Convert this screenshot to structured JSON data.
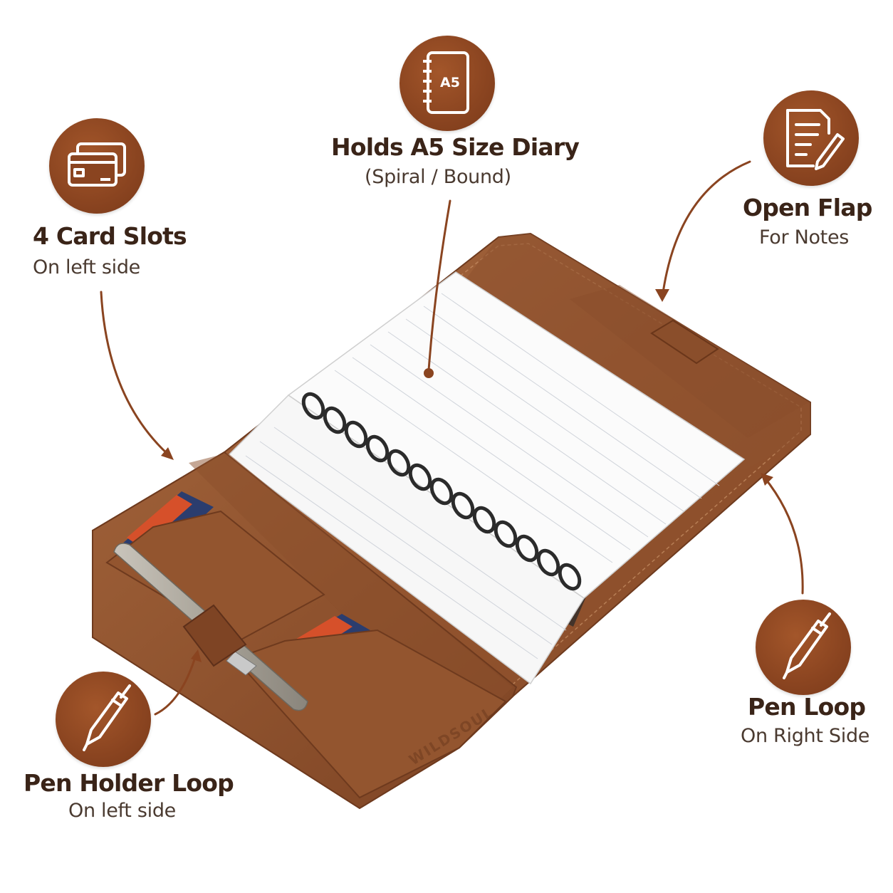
{
  "colors": {
    "accent": "#8a4420",
    "title_text": "#3a2418",
    "leather": "#9a5a34"
  },
  "features": {
    "card_slots": {
      "icon": "credit-card-icon",
      "title": "4 Card Slots",
      "subtitle": "On left side"
    },
    "diary_size": {
      "icon": "a5-notebook-icon",
      "icon_label": "A5",
      "title": "Holds A5 Size Diary",
      "subtitle": "(Spiral / Bound)"
    },
    "open_flap": {
      "icon": "notes-pencil-icon",
      "title": "Open Flap",
      "subtitle": "For Notes"
    },
    "pen_loop": {
      "icon": "pen-icon",
      "title": "Pen Loop",
      "subtitle": "On Right Side"
    },
    "pen_holder": {
      "icon": "pen-icon",
      "title": "Pen Holder Loop",
      "subtitle": "On left side"
    }
  },
  "product": {
    "brand_mark": "WILDSOUL"
  }
}
